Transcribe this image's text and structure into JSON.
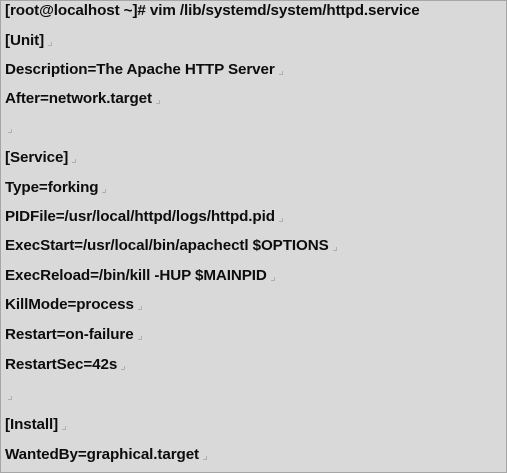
{
  "terminal": {
    "lines": [
      "[root@localhost ~]# vim /lib/systemd/system/httpd.service",
      "[Unit]",
      "Description=The Apache HTTP Server",
      "After=network.target",
      "",
      "[Service]",
      "Type=forking",
      "PIDFile=/usr/local/httpd/logs/httpd.pid",
      "ExecStart=/usr/local/bin/apachectl $OPTIONS",
      "ExecReload=/bin/kill -HUP $MAINPID",
      "KillMode=process",
      "Restart=on-failure",
      "RestartSec=42s",
      "",
      "[Install]",
      "WantedBy=graphical.target"
    ]
  }
}
